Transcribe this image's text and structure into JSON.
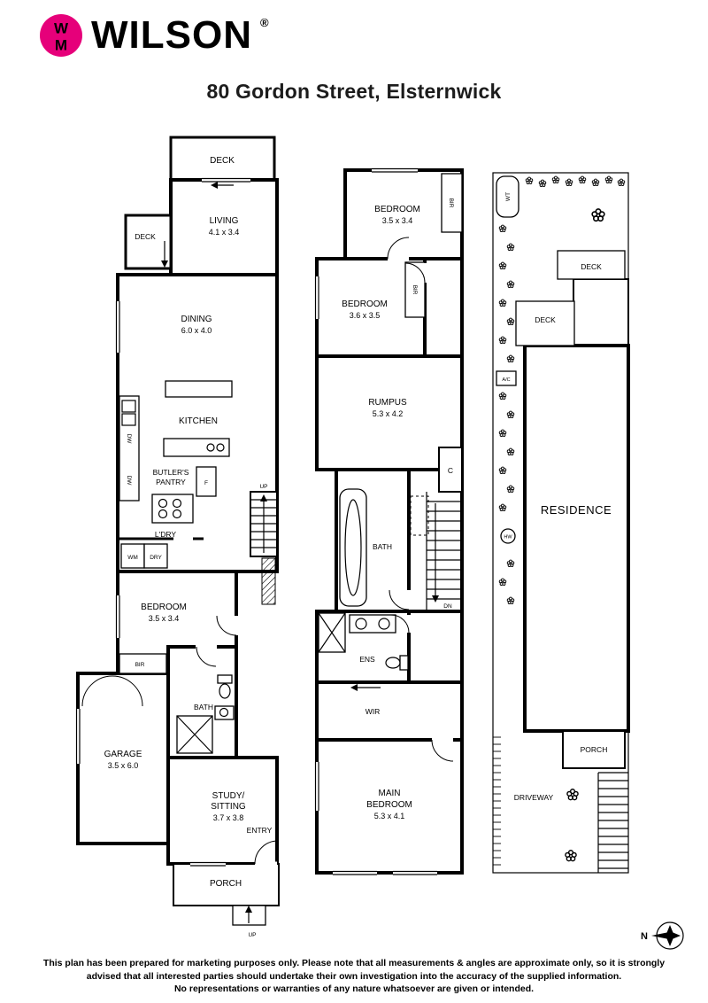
{
  "header": {
    "brand": "WILSON",
    "registered": "®",
    "title": "80 Gordon Street, Elsternwick",
    "logo_monogram_top": "W",
    "logo_monogram_bottom": "M"
  },
  "colors": {
    "accent": "#e6007a",
    "line": "#000000"
  },
  "ground_floor": {
    "deck_top": "DECK",
    "living": "LIVING",
    "living_dims": "4.1 x 3.4",
    "deck_side": "DECK",
    "dining": "DINING",
    "dining_dims": "6.0 x 4.0",
    "kitchen": "KITCHEN",
    "butlers_line1": "BUTLER'S",
    "butlers_line2": "PANTRY",
    "fridge": "F",
    "dishwasher": "DW",
    "stairs_up": "UP",
    "laundry": "L'DRY",
    "washing_machine": "WM",
    "dryer": "DRY",
    "bedroom": "BEDROOM",
    "bedroom_dims": "3.5 x 3.4",
    "bir": "BIR",
    "bath": "BATH",
    "garage": "GARAGE",
    "garage_dims": "3.5 x 6.0",
    "study_line1": "STUDY/",
    "study_line2": "SITTING",
    "study_dims": "3.7 x 3.8",
    "entry": "ENTRY",
    "porch": "PORCH",
    "porch_up": "UP"
  },
  "first_floor": {
    "bedroom1": "BEDROOM",
    "bedroom1_dims": "3.5 x 3.4",
    "bir1": "BIR",
    "bedroom2": "BEDROOM",
    "bedroom2_dims": "3.6 x 3.5",
    "bir2": "BIR",
    "rumpus": "RUMPUS",
    "rumpus_dims": "5.3 x 4.2",
    "cupboard": "C",
    "bath": "BATH",
    "stairs_down": "DN",
    "ensuite": "ENS",
    "wir": "WIR",
    "main_line1": "MAIN",
    "main_line2": "BEDROOM",
    "main_dims": "5.3 x 4.1"
  },
  "site_plan": {
    "water_tank": "WT",
    "deck_upper": "DECK",
    "deck_lower": "DECK",
    "ac_unit": "A/C",
    "hot_water": "HW",
    "residence": "RESIDENCE",
    "porch": "PORCH",
    "driveway": "DRIVEWAY"
  },
  "compass": {
    "north": "N"
  },
  "footer": {
    "line1": "This plan has been prepared for marketing purposes only. Please note that all measurements & angles are approximate only, so it is strongly",
    "line2": "advised that all interested parties should undertake their own investigation into the accuracy of the supplied information.",
    "line3": "No representations or warranties of any nature whatsoever are given or intended."
  }
}
